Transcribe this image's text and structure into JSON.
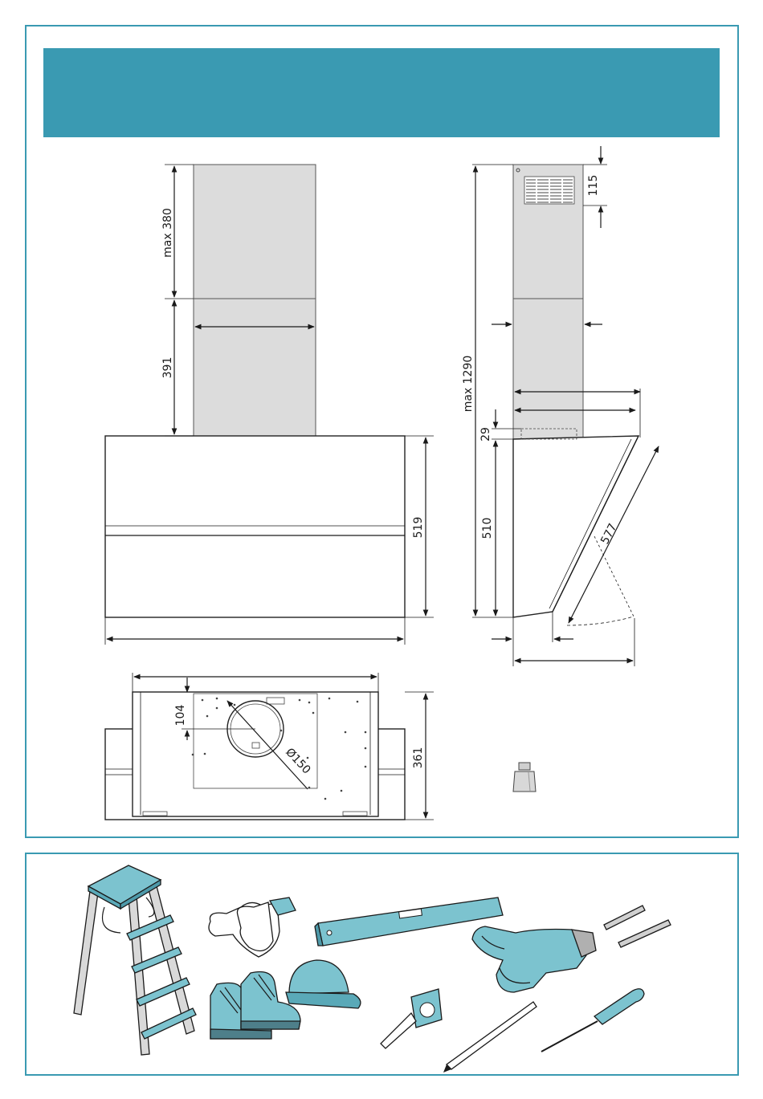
{
  "dimensions": {
    "front_chimney_upper": "max 380",
    "front_chimney_lower": "391",
    "front_hood_height": "519",
    "side_total_height": "max 1290",
    "side_top_vent": "115",
    "side_gap": "29",
    "side_hood_height": "510",
    "side_glass_length": "577",
    "bottom_offset": "104",
    "bottom_outlet_diameter": "Ø150",
    "bottom_depth": "361"
  },
  "colors": {
    "accent": "#3a9ab2",
    "tool_fill": "#7cc3cf",
    "chimney_fill": "#dcdcdc"
  },
  "icons": [
    "weight-icon",
    "stepladder-icon",
    "gloves-icon",
    "safety-boots-icon",
    "hard-hat-icon",
    "spirit-level-icon",
    "tape-measure-icon",
    "pencil-icon",
    "drill-icon",
    "drill-bit-icon",
    "screwdriver-icon"
  ]
}
